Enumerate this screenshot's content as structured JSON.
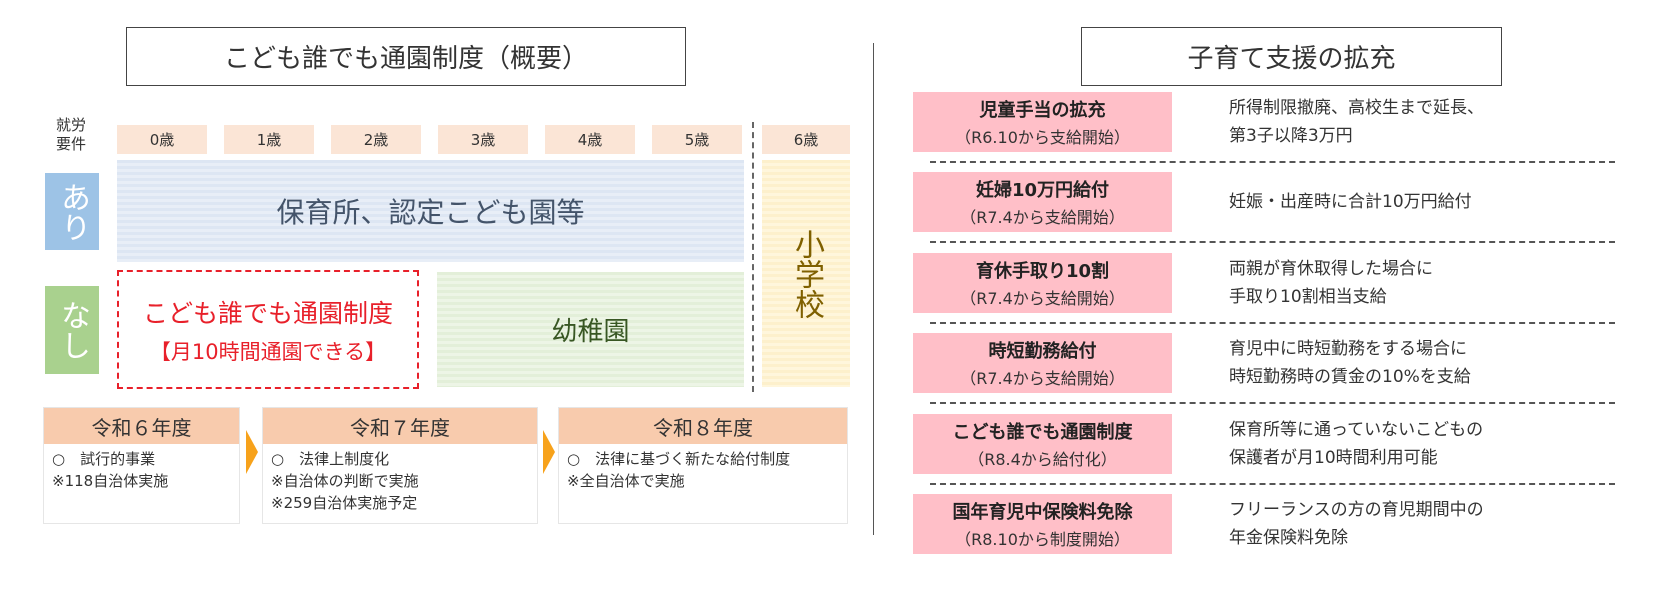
{
  "left": {
    "title": "こども誰でも通園制度（概要）",
    "work_requirement_label": "就労\n要件",
    "ages": [
      "0歳",
      "1歳",
      "2歳",
      "3歳",
      "4歳",
      "5歳"
    ],
    "age_6": "6歳",
    "yes_label": "あり",
    "no_label": "なし",
    "nursery_label": "保育所、認定こども園等",
    "kindergarten_label": "幼稚園",
    "elementary_label": "小学校",
    "scheme_title": "こども誰でも通園制度",
    "scheme_subtitle": "【月10時間通園できる】",
    "timeline": [
      {
        "year": "令和６年度",
        "lines": [
          "○　試行的事業",
          "※118自治体実施"
        ]
      },
      {
        "year": "令和７年度",
        "lines": [
          "○　法律上制度化",
          "※自治体の判断で実施",
          "※259自治体実施予定"
        ]
      },
      {
        "year": "令和８年度",
        "lines": [
          "○　法律に基づく新たな給付制度",
          "※全自治体で実施"
        ]
      }
    ],
    "colors": {
      "yes": "#9dc3e6",
      "no": "#a9d18e",
      "scheme_red": "#e8202a",
      "arrow": "#f7a21b"
    }
  },
  "right": {
    "title": "子育て支援の拡充",
    "items": [
      {
        "name": "児童手当の拡充",
        "when": "（R6.10から支給開始）",
        "desc": [
          "所得制限撤廃、高校生まで延長、",
          "第3子以降3万円"
        ]
      },
      {
        "name": "妊婦10万円給付",
        "when": "（R7.4から支給開始）",
        "desc": [
          "妊娠・出産時に合計10万円給付"
        ]
      },
      {
        "name": "育休手取り10割",
        "when": "（R7.4から支給開始）",
        "desc": [
          "両親が育休取得した場合に",
          "手取り10割相当支給"
        ]
      },
      {
        "name": "時短勤務給付",
        "when": "（R7.4から支給開始）",
        "desc": [
          "育児中に時短勤務をする場合に",
          "時短勤務時の賃金の10%を支給"
        ]
      },
      {
        "name": "こども誰でも通園制度",
        "when": "（R8.4から給付化）",
        "desc": [
          "保育所等に通っていないこどもの",
          "保護者が月10時間利用可能"
        ]
      },
      {
        "name": "国年育児中保険料免除",
        "when": "（R8.10から制度開始）",
        "desc": [
          "フリーランスの方の育児期間中の",
          "年金保険料免除"
        ]
      }
    ],
    "colors": {
      "item_bg": "#ffbfc8"
    }
  }
}
